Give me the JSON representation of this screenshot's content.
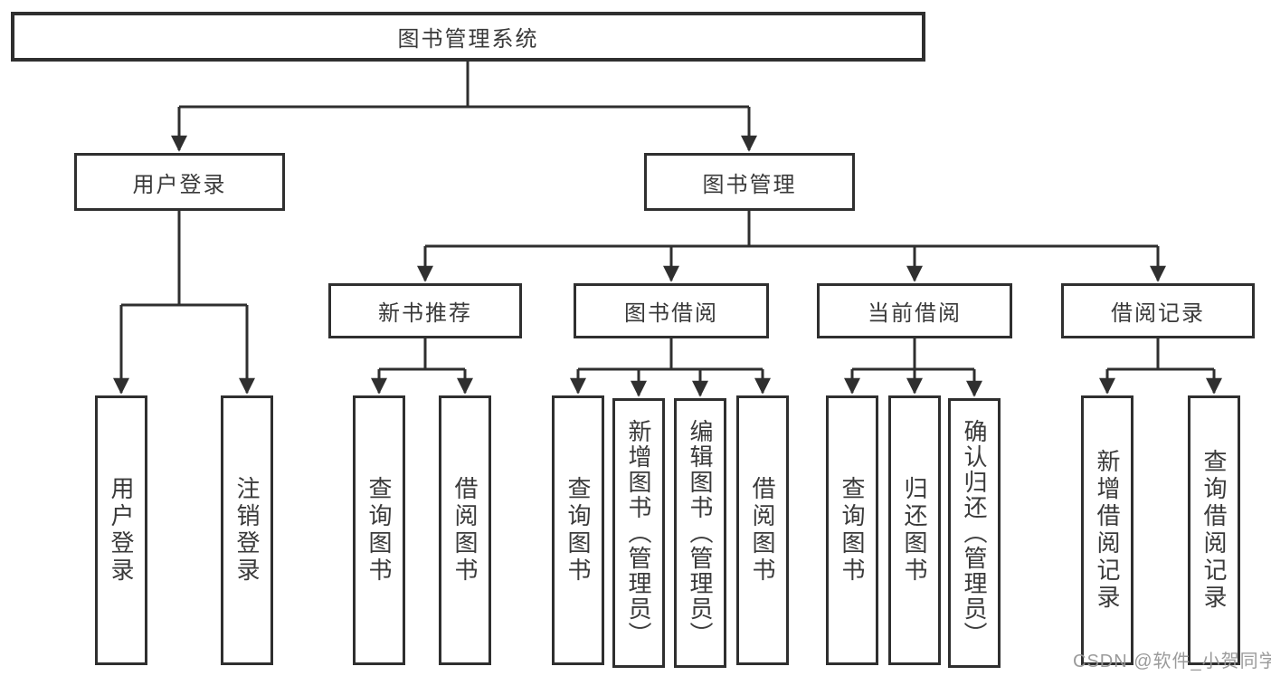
{
  "tree": {
    "label": "图书管理系统",
    "children": [
      {
        "label": "用户登录",
        "children": [
          {
            "label": "用户登录"
          },
          {
            "label": "注销登录"
          }
        ]
      },
      {
        "label": "图书管理",
        "children": [
          {
            "label": "新书推荐",
            "children": [
              {
                "label": "查询图书"
              },
              {
                "label": "借阅图书"
              }
            ]
          },
          {
            "label": "图书借阅",
            "children": [
              {
                "label": "查询图书"
              },
              {
                "label": "新增图书（管理员）"
              },
              {
                "label": "编辑图书（管理员）"
              },
              {
                "label": "借阅图书"
              }
            ]
          },
          {
            "label": "当前借阅",
            "children": [
              {
                "label": "查询图书"
              },
              {
                "label": "归还图书"
              },
              {
                "label": "确认归还（管理员）"
              }
            ]
          },
          {
            "label": "借阅记录",
            "children": [
              {
                "label": "新增借阅记录"
              },
              {
                "label": "查询借阅记录"
              }
            ]
          }
        ]
      }
    ]
  },
  "watermark": {
    "text": "CSDN @软件_小贺同学"
  },
  "colors": {
    "line": "#2f2f2f",
    "border": "#2f2f2f",
    "text": "#3a3a3a",
    "watermark": "#969696",
    "background": "#ffffff"
  }
}
